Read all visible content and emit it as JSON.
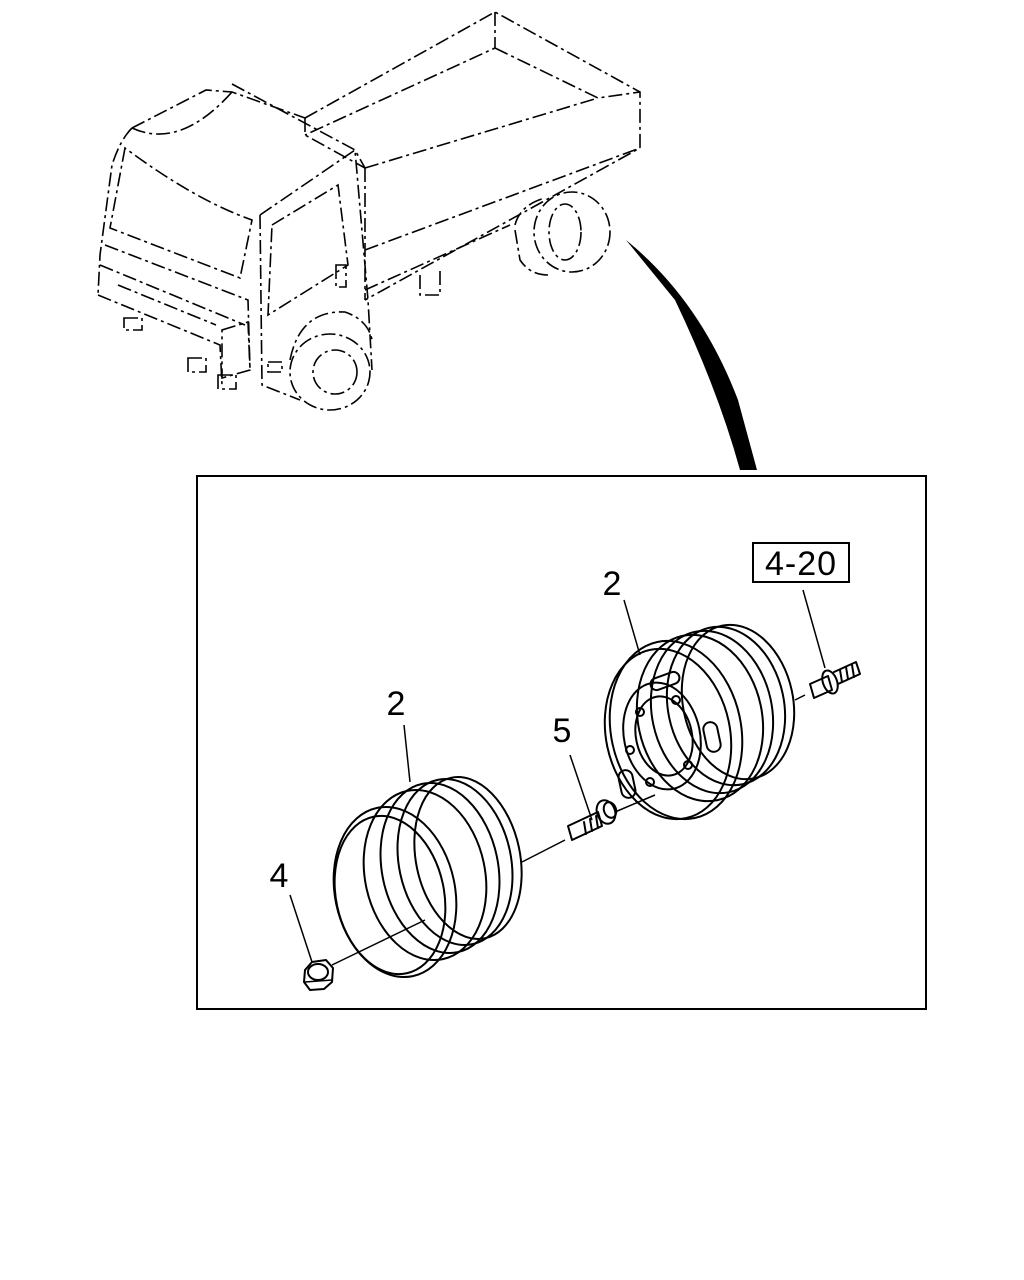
{
  "callouts": {
    "rim_front": "2",
    "rim_rear": "2",
    "bolt": "5",
    "nut": "4",
    "reference": "4-20"
  },
  "icons": {
    "truck": "truck-illustration-icon",
    "rim_front": "wheel-rim-icon",
    "rim_rear": "wheel-disc-icon",
    "bolt": "hub-bolt-icon",
    "nut": "wheel-nut-icon",
    "stud": "stud-icon",
    "pointer": "pointer-arrow-icon"
  }
}
